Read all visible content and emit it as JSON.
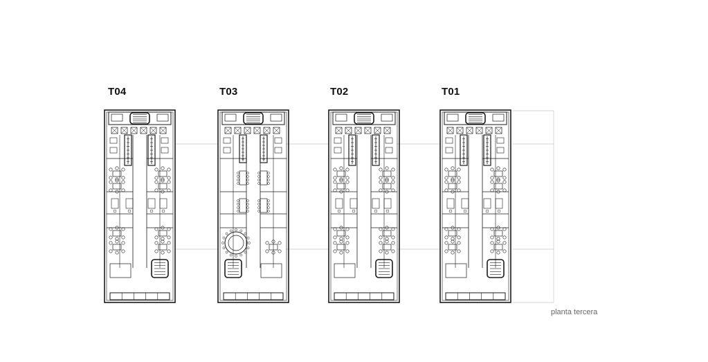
{
  "towers": [
    {
      "id": "T04"
    },
    {
      "id": "T03"
    },
    {
      "id": "T02"
    },
    {
      "id": "T01"
    }
  ],
  "caption": "planta tercera",
  "colors": {
    "line": "#1a1a1a",
    "guide": "#c8c8c8",
    "caption": "#666666"
  }
}
